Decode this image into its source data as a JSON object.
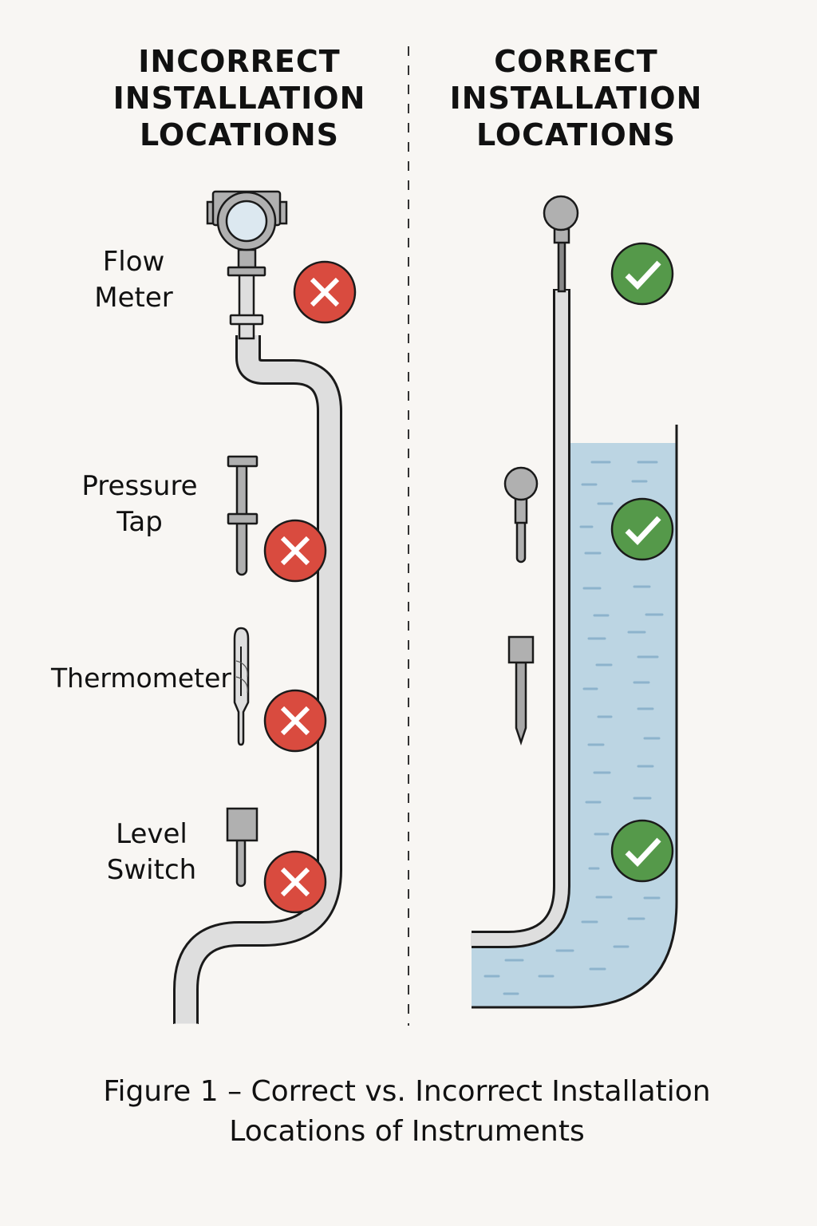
{
  "headings": {
    "incorrect": "INCORRECT INSTALLATION LOCATIONS",
    "correct": "CORRECT INSTALLATION LOCATIONS"
  },
  "incorrect_side": {
    "items": [
      {
        "label_line1": "Flow",
        "label_line2": "Meter",
        "instrument": "flow-meter",
        "status": "incorrect",
        "status_icon": "x-mark"
      },
      {
        "label_line1": "Pressure",
        "label_line2": "Tap",
        "instrument": "pressure-tap",
        "status": "incorrect",
        "status_icon": "x-mark"
      },
      {
        "label_line1": "Thermometer",
        "label_line2": "",
        "instrument": "thermometer",
        "status": "incorrect",
        "status_icon": "x-mark"
      },
      {
        "label_line1": "Level",
        "label_line2": "Switch",
        "instrument": "level-switch",
        "status": "incorrect",
        "status_icon": "x-mark"
      }
    ]
  },
  "correct_side": {
    "items": [
      {
        "instrument": "flow-meter",
        "status": "correct",
        "status_icon": "check-mark"
      },
      {
        "instrument": "pressure-tap",
        "status": "correct",
        "status_icon": "check-mark"
      },
      {
        "instrument": "thermometer",
        "status": "none"
      },
      {
        "instrument": "level-switch",
        "status": "correct",
        "status_icon": "check-mark"
      }
    ]
  },
  "caption": {
    "line1": "Figure 1 – Correct vs. Incorrect Installation",
    "line2": "Locations of Instruments"
  },
  "colors": {
    "background": "#f8f6f3",
    "incorrect": "#d94b3f",
    "correct": "#55994a",
    "pipe_fill": "#dedede",
    "instrument_fill": "#b0b0b0",
    "water": "#bcd5e3",
    "water_lines": "#8db3cc",
    "outline": "#1a1a1a"
  }
}
